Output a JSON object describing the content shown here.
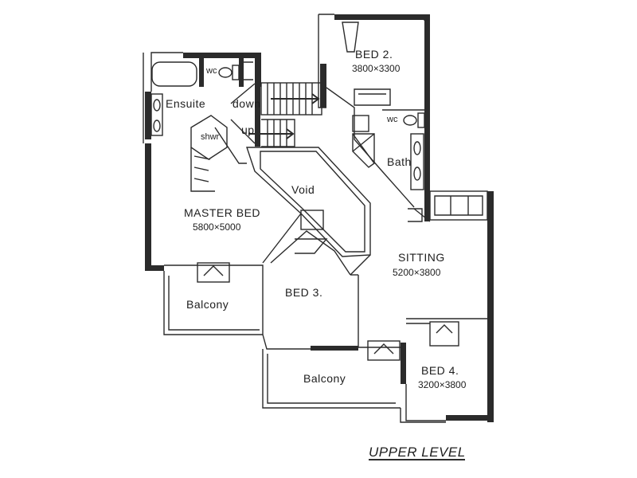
{
  "plan": {
    "title": "UPPER LEVEL",
    "rooms": {
      "bed2": {
        "name": "BED 2.",
        "size": "3800×3300"
      },
      "master": {
        "name": "MASTER BED",
        "size": "5800×5000"
      },
      "bed3": {
        "name": "BED 3."
      },
      "sitting": {
        "name": "SITTING",
        "size": "5200×3800"
      },
      "bed4": {
        "name": "BED 4.",
        "size": "3200×3800"
      },
      "void": {
        "name": "Void"
      },
      "ensuite": {
        "name": "Ensuite"
      },
      "bath": {
        "name": "Bath"
      },
      "shwr": {
        "name": "shwr"
      },
      "wc1": {
        "name": "wc"
      },
      "wc2": {
        "name": "wc"
      },
      "balcony1": {
        "name": "Balcony"
      },
      "balcony2": {
        "name": "Balcony"
      }
    },
    "stairs": {
      "down": "down",
      "up": "up"
    }
  }
}
